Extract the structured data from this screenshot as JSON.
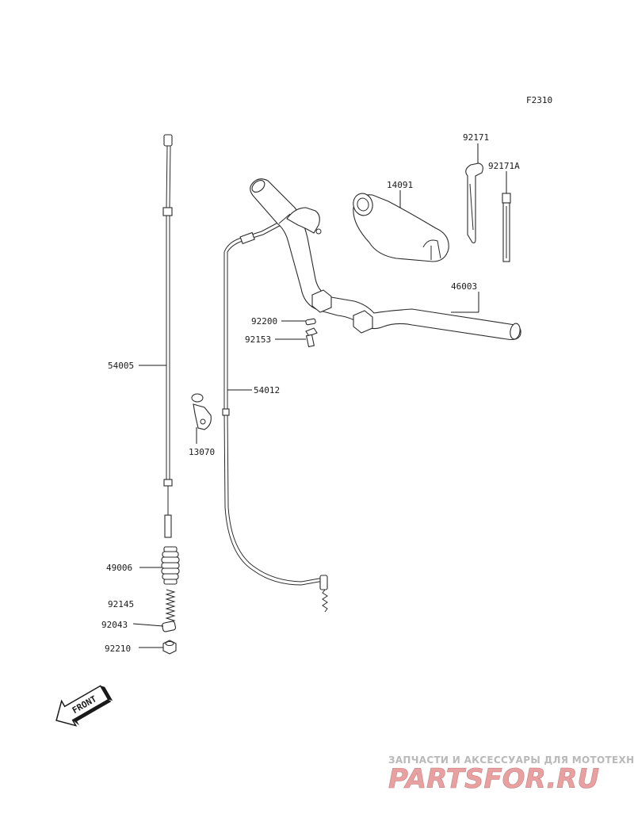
{
  "figure_code": "F2310",
  "direction_label": "FRONT",
  "parts": [
    {
      "number": "54005",
      "name": "throttle-cable"
    },
    {
      "number": "54012",
      "name": "clutch-cable"
    },
    {
      "number": "14091",
      "name": "handlebar-pad"
    },
    {
      "number": "92171",
      "name": "cable-band"
    },
    {
      "number": "92171A",
      "name": "cable-band-alt"
    },
    {
      "number": "46003",
      "name": "handlebar"
    },
    {
      "number": "92200",
      "name": "washer"
    },
    {
      "number": "92153",
      "name": "bolt"
    },
    {
      "number": "13070",
      "name": "bracket"
    },
    {
      "number": "49006",
      "name": "dust-boot"
    },
    {
      "number": "92145",
      "name": "spring"
    },
    {
      "number": "92043",
      "name": "pin"
    },
    {
      "number": "92210",
      "name": "nut"
    }
  ],
  "watermark": {
    "line1": "ЗАПЧАСТИ И АКСЕССУАРЫ ДЛЯ МОТОТЕХНИКИ",
    "line2": "PARTSFOR.RU",
    "color_main": "#e8a0a0",
    "color_dark": "#b9b9b9"
  }
}
